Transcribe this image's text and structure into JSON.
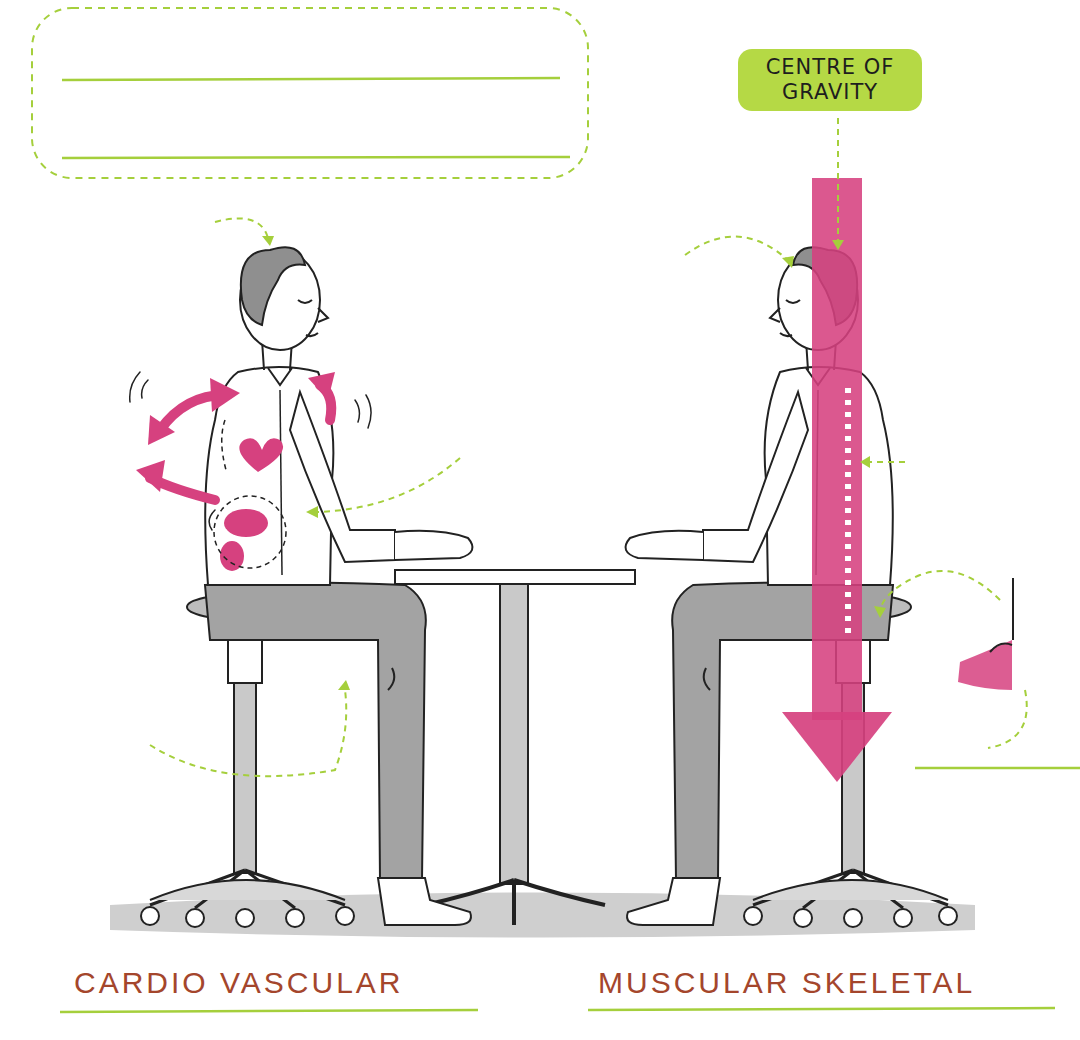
{
  "diagram": {
    "nodes": [
      {
        "text": [
          "CENTRE OF GRAVITY"
        ]
      }
    ],
    "labels": [
      "CARDIO VASCULAR",
      "MUSCULAR SKELETAL"
    ]
  }
}
